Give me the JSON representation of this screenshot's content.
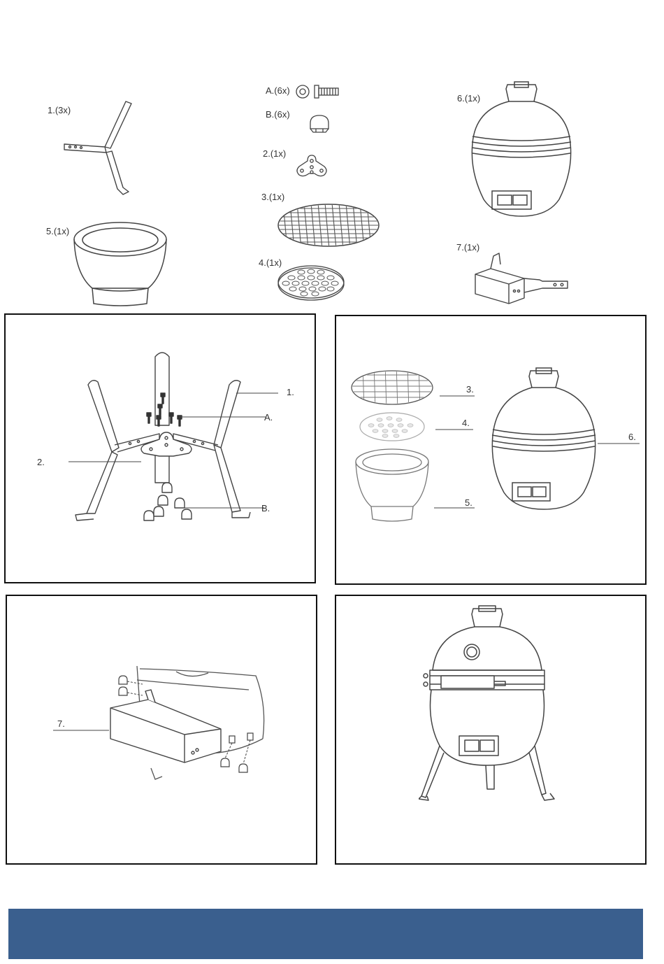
{
  "parts": {
    "leg": "1.(3x)",
    "bolt": "A.(6x)",
    "nut": "B.(6x)",
    "plate": "2.(1x)",
    "grill": "3.(1x)",
    "charcoal_plate": "4.(1x)",
    "firebox": "5.(1x)",
    "body": "6.(1x)",
    "bracket": "7.(1x)"
  },
  "step1": {
    "leg": "1.",
    "bolt": "A.",
    "plate": "2.",
    "nut": "B."
  },
  "step2": {
    "grill": "3.",
    "charcoal_plate": "4.",
    "firebox": "5.",
    "body": "6."
  },
  "step3": {
    "bracket": "7."
  },
  "colors": {
    "line": "#444444",
    "panel_border": "#111111",
    "footer": "#3a5f8e"
  }
}
